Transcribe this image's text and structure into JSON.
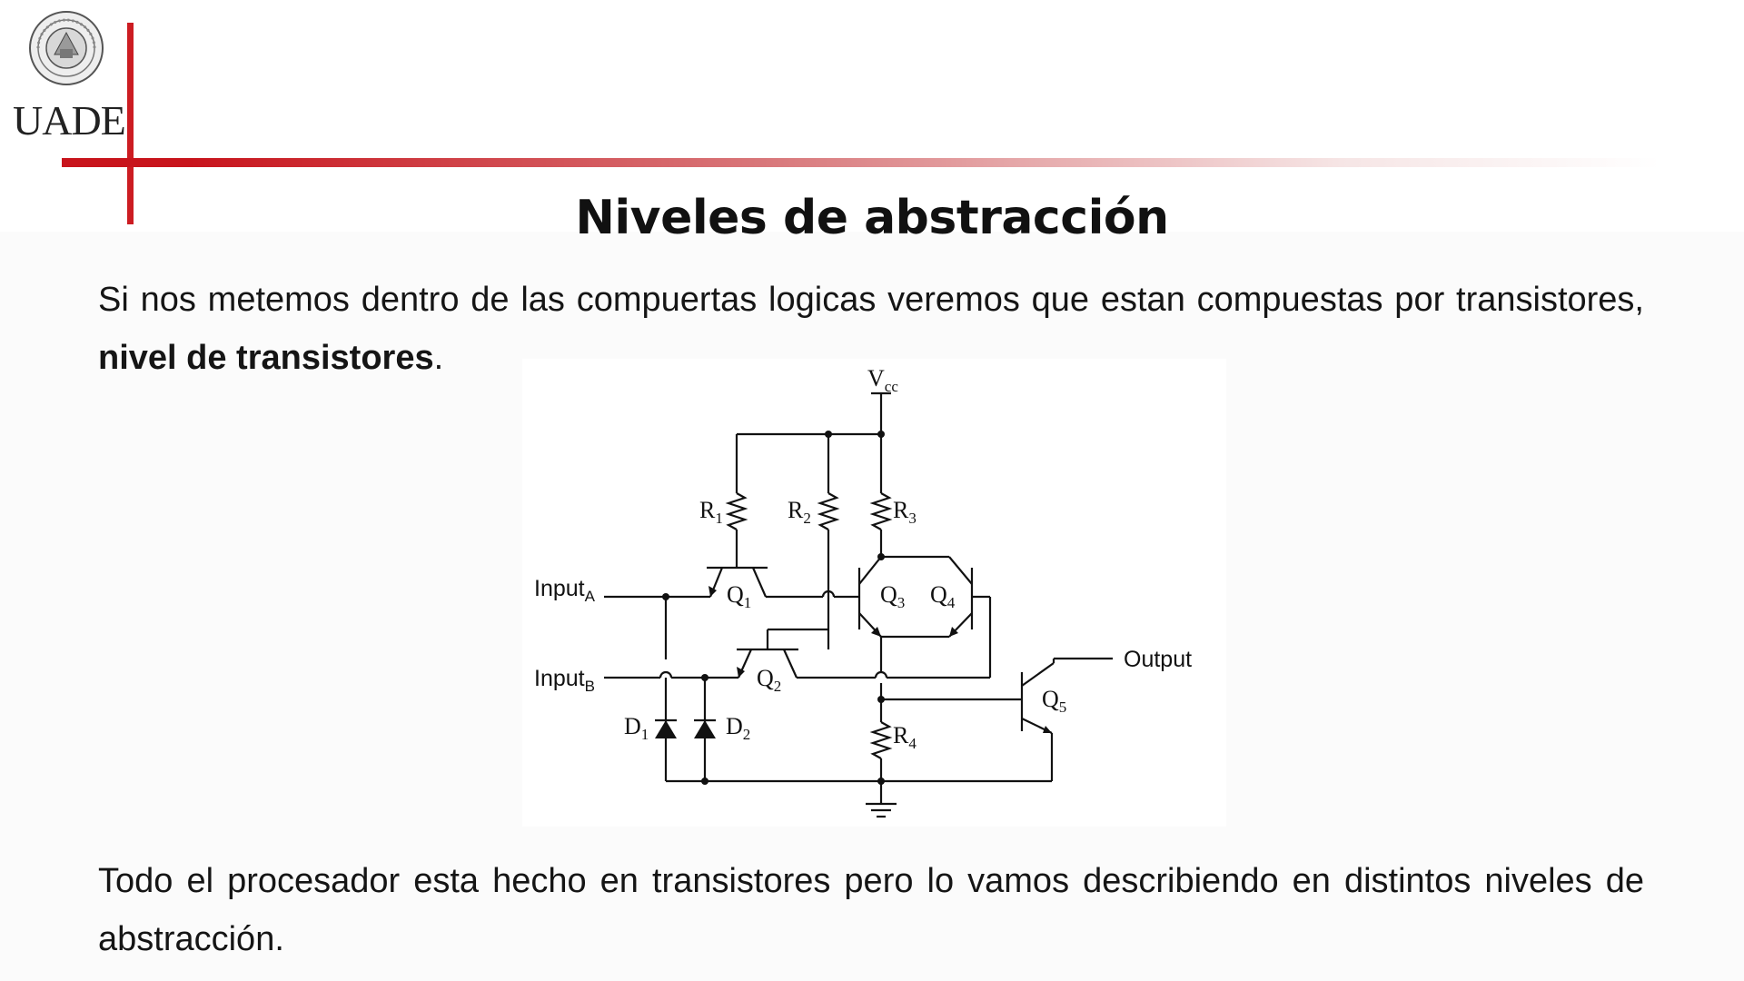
{
  "logo": {
    "text": "UADE"
  },
  "title": "Niveles de abstracción",
  "paragraph1": {
    "text_before": "Si nos metemos dentro de las compuertas logicas veremos que estan compuestas por transistores, ",
    "bold": "nivel de transistores",
    "text_after": "."
  },
  "circuit": {
    "vcc": {
      "main": "V",
      "sub": "cc"
    },
    "input_a": {
      "main": "Input",
      "sub": "A"
    },
    "input_b": {
      "main": "Input",
      "sub": "B"
    },
    "output": "Output",
    "r1": {
      "main": "R",
      "sub": "1"
    },
    "r2": {
      "main": "R",
      "sub": "2"
    },
    "r3": {
      "main": "R",
      "sub": "3"
    },
    "r4": {
      "main": "R",
      "sub": "4"
    },
    "q1": {
      "main": "Q",
      "sub": "1"
    },
    "q2": {
      "main": "Q",
      "sub": "2"
    },
    "q3": {
      "main": "Q",
      "sub": "3"
    },
    "q4": {
      "main": "Q",
      "sub": "4"
    },
    "q5": {
      "main": "Q",
      "sub": "5"
    },
    "d1": {
      "main": "D",
      "sub": "1"
    },
    "d2": {
      "main": "D",
      "sub": "2"
    }
  },
  "paragraph2": "Todo el procesador esta hecho en transistores pero lo vamos describiendo en distintos niveles de abstracción.",
  "colors": {
    "accent_red": "#cc1c22",
    "text": "#151515"
  }
}
